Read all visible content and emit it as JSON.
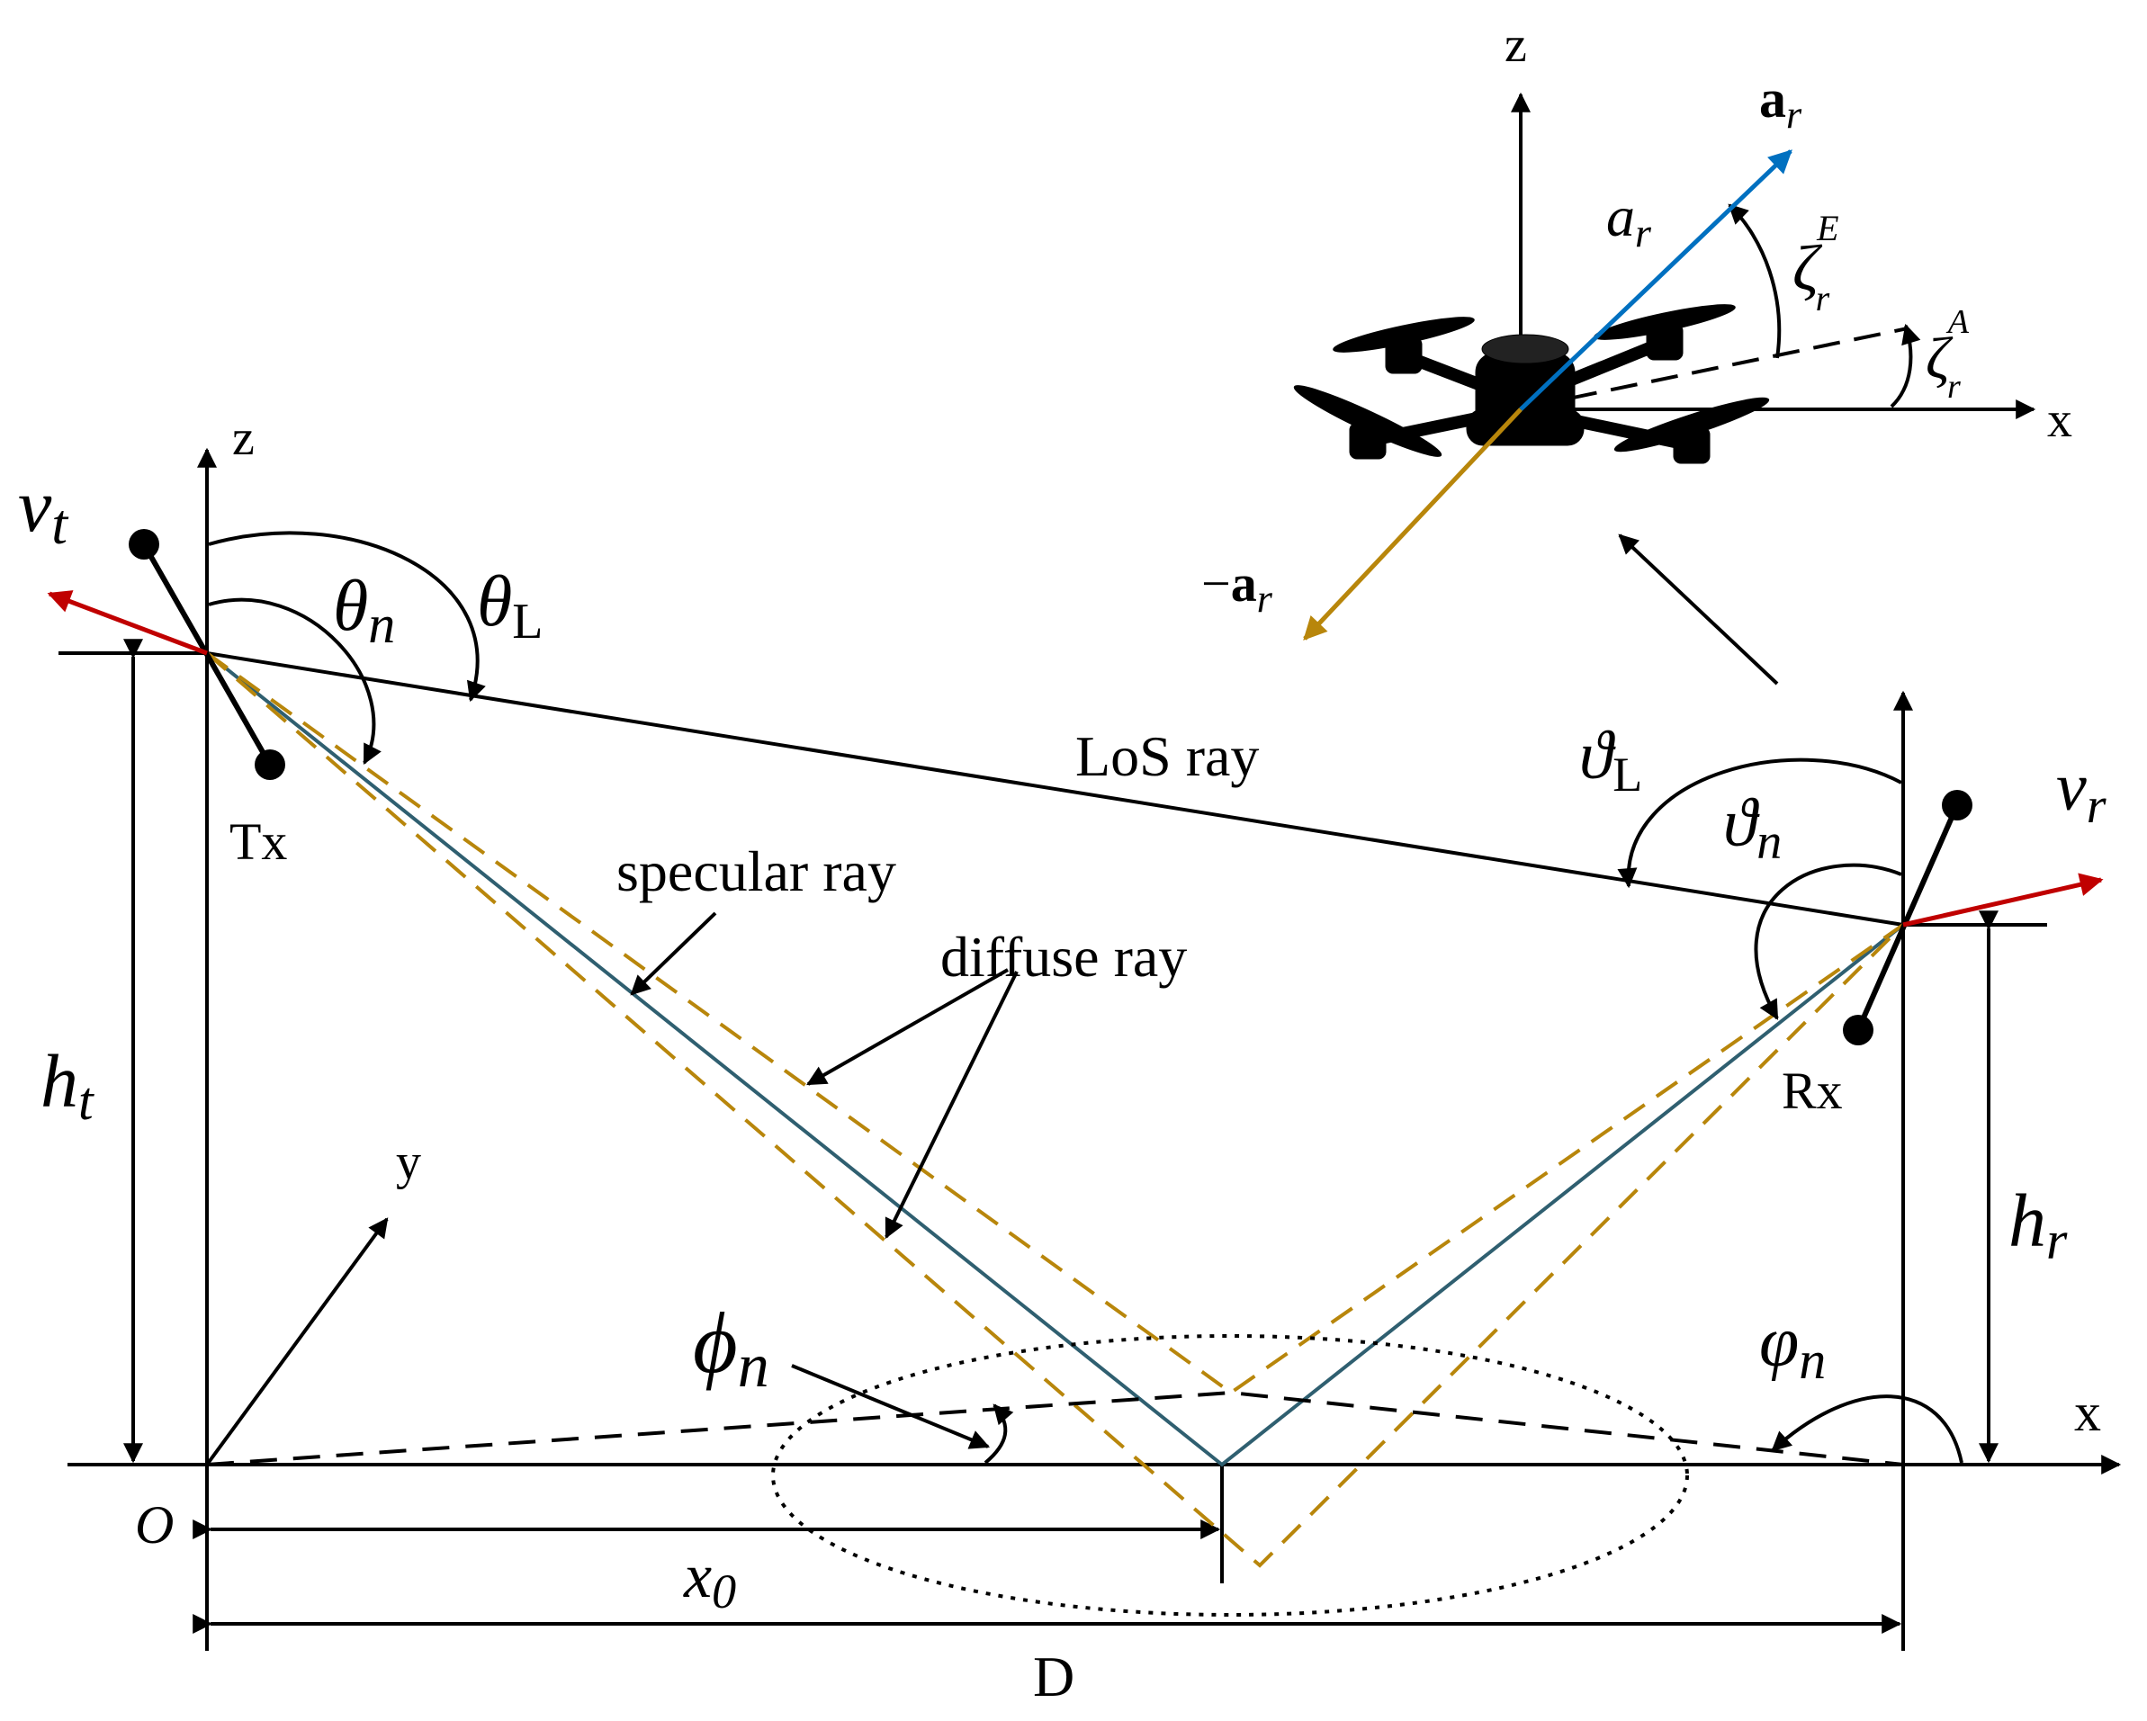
{
  "labels": {
    "z_left": "z",
    "v_t": "v",
    "v_t_sub": "t",
    "theta_n": "θ",
    "theta_n_sub": "n",
    "theta_L": "θ",
    "theta_L_sub": "L",
    "tx": "Tx",
    "los_ray": "LoS ray",
    "specular_ray": "specular ray",
    "diffuse_ray": "diffuse ray",
    "h_t": "h",
    "h_t_sub": "t",
    "y_axis": "y",
    "phi_n": "ϕ",
    "phi_n_sub": "n",
    "origin": "O",
    "x0": "x",
    "x0_sub": "0",
    "D": "D",
    "x_ground": "x",
    "varphi_n": "φ",
    "varphi_n_sub": "n",
    "h_r": "h",
    "h_r_sub": "r",
    "rx": "Rx",
    "v_r": "v",
    "v_r_sub": "r",
    "vartheta_L": "ϑ",
    "vartheta_L_sub": "L",
    "vartheta_n": "ϑ",
    "vartheta_n_sub": "n",
    "z_top": "z",
    "a_r_vec": "a",
    "a_r_vec_sub": "r",
    "a_r_scalar": "a",
    "a_r_scalar_sub": "r",
    "zeta_E": "ζ",
    "zeta_E_sub": "r",
    "zeta_E_sup": "E",
    "zeta_A": "ζ",
    "zeta_A_sub": "r",
    "zeta_A_sup": "A",
    "x_top": "x",
    "neg_a_r_minus": "−",
    "neg_a_r": "a",
    "neg_a_r_sub": "r"
  },
  "colors": {
    "black": "#000000",
    "red_arrow": "#c00000",
    "blue_arrow": "#0070c0",
    "gold": "#b8860b",
    "teal": "#2f5f70"
  }
}
